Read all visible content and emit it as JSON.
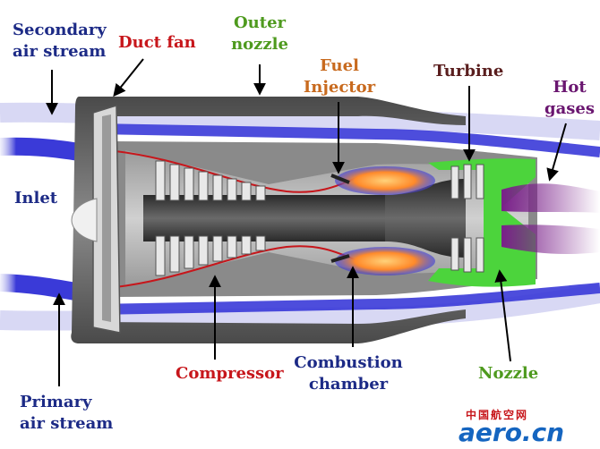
{
  "labels": {
    "secondary_air": "Secondary\nair stream",
    "duct_fan": "Duct fan",
    "outer_nozzle": "Outer\nnozzle",
    "fuel_injector": "Fuel\nInjector",
    "turbine": "Turbine",
    "hot_gases": "Hot\ngases",
    "inlet": "Inlet",
    "primary_air": "Primary\nair stream",
    "compressor": "Compressor",
    "combustion_chamber": "Combustion\nchamber",
    "nozzle": "Nozzle"
  },
  "logo": {
    "chinese": "中国航空网",
    "domain": "aero.cn"
  },
  "colors": {
    "blue_label": "#1c2a86",
    "red_label": "#c7161b",
    "green_label": "#4e9a1e",
    "orange_label": "#c86a1e",
    "maroon_label": "#5a1e1e",
    "purple_label": "#6a1670",
    "casing": "#6e6e6e",
    "airflow": "#3a3ad8",
    "combustion": "#ff8a2a",
    "nozzle": "#4cd43c",
    "exhaust": "#7a1f8a"
  }
}
